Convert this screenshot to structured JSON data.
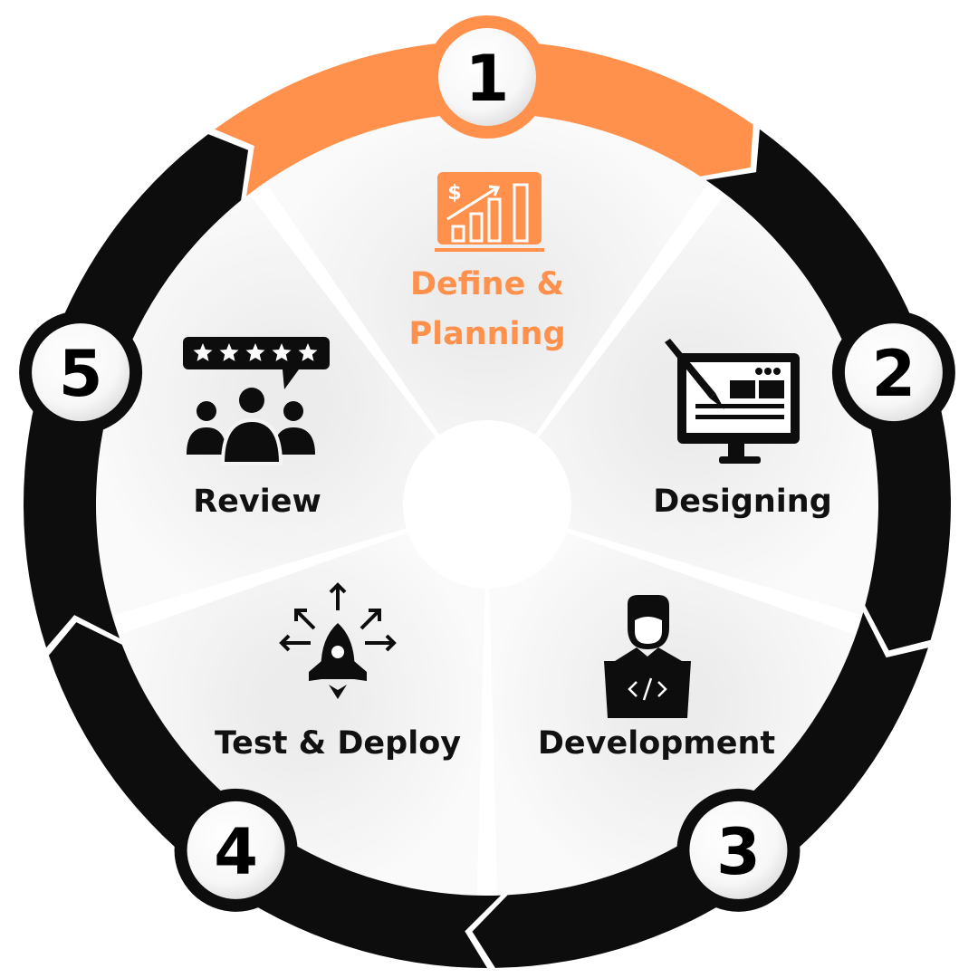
{
  "colors": {
    "accent": "#FF914D",
    "dark": "#0d0d0d",
    "wedge": "#f4f4f4"
  },
  "steps": [
    {
      "number": "1",
      "label_line1": "Define &",
      "label_line2": "Planning",
      "icon": "growth-chart-icon",
      "highlight": true
    },
    {
      "number": "2",
      "label_line1": "Designing",
      "icon": "design-monitor-icon",
      "highlight": false
    },
    {
      "number": "3",
      "label_line1": "Development",
      "icon": "developer-laptop-icon",
      "highlight": false
    },
    {
      "number": "4",
      "label_line1": "Test & Deploy",
      "icon": "rocket-icon",
      "highlight": false
    },
    {
      "number": "5",
      "label_line1": "Review",
      "icon": "review-stars-icon",
      "highlight": false
    }
  ]
}
